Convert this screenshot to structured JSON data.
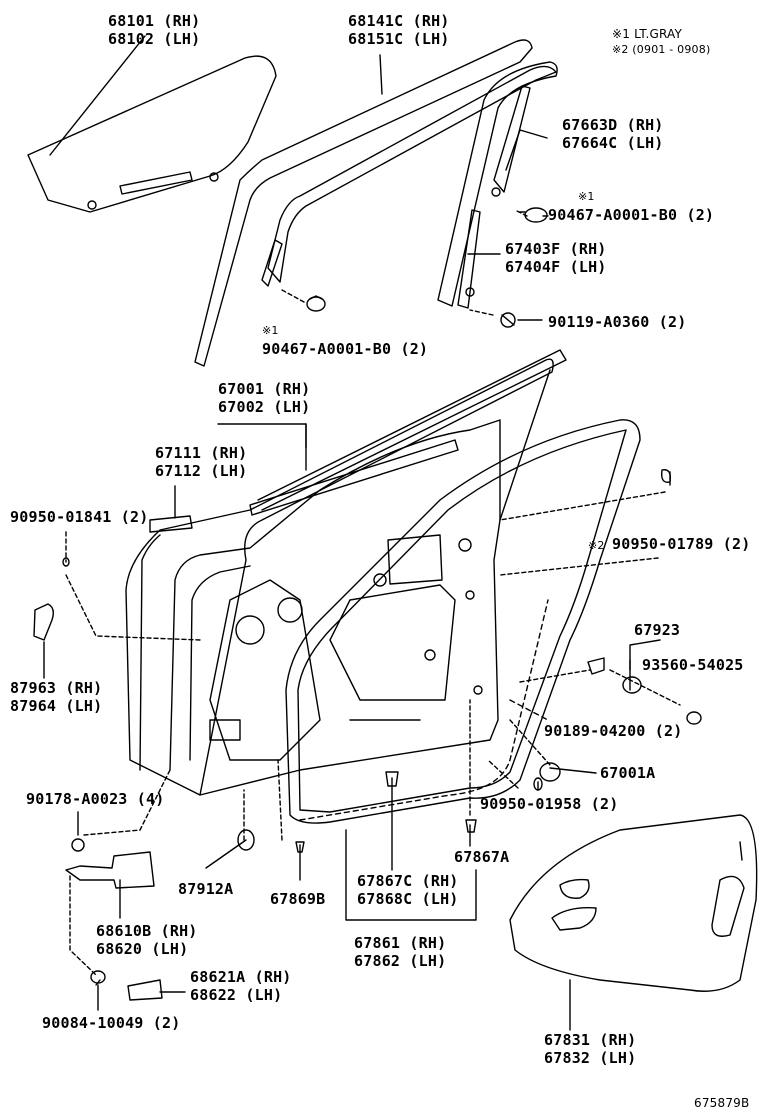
{
  "notes": {
    "note1": "※1 LT.GRAY",
    "note2": "※2 (0901 - 0908)"
  },
  "labels": {
    "glass": [
      "68101 (RH)",
      "68102 (LH)"
    ],
    "run_channel": [
      "68141C (RH)",
      "68151C (LH)"
    ],
    "rear_sash": [
      "67663D (RH)",
      "67664C (LH)"
    ],
    "clip_upper_right_mark": "※1",
    "clip_upper_right": "90467-A0001-B0 (2)",
    "sash_channel": [
      "67403F (RH)",
      "67404F (LH)"
    ],
    "screw_right": "90119-A0360 (2)",
    "clip_upper_left_mark": "※1",
    "clip_upper_left": "90467-A0001-B0 (2)",
    "door_panel": [
      "67001 (RH)",
      "67002 (LH)"
    ],
    "outer_weatherstrip": [
      "67111 (RH)",
      "67112 (LH)"
    ],
    "hole_plug_left": "90950-01841 (2)",
    "hole_plug_right_mark": "※2",
    "hole_plug_right": "90950-01789 (2)",
    "set": "67923",
    "grommet": "93560-54025",
    "stopper": [
      "87963 (RH)",
      "87964 (LH)"
    ],
    "clip_mid": "90189-04200 (2)",
    "bolt_hinge": "90178-A0023 (4)",
    "bumper": "67001A",
    "hole_plug_bottom": "90950-01958 (2)",
    "seal_plug": "87912A",
    "clip_lower": "67869B",
    "weatherstrip_inner": [
      "67867C (RH)",
      "67868C (LH)"
    ],
    "clip_weatherstrip": "67867A",
    "hinge": [
      "68610B (RH)",
      "68620 (LH)"
    ],
    "weatherstrip_main": [
      "67861 (RH)",
      "67862 (LH)"
    ],
    "hinge_cover": [
      "68621A (RH)",
      "68622 (LH)"
    ],
    "bolt_bottom": "90084-10049 (2)",
    "trim_panel": [
      "67831 (RH)",
      "67832 (LH)"
    ],
    "reference": "675879B"
  }
}
